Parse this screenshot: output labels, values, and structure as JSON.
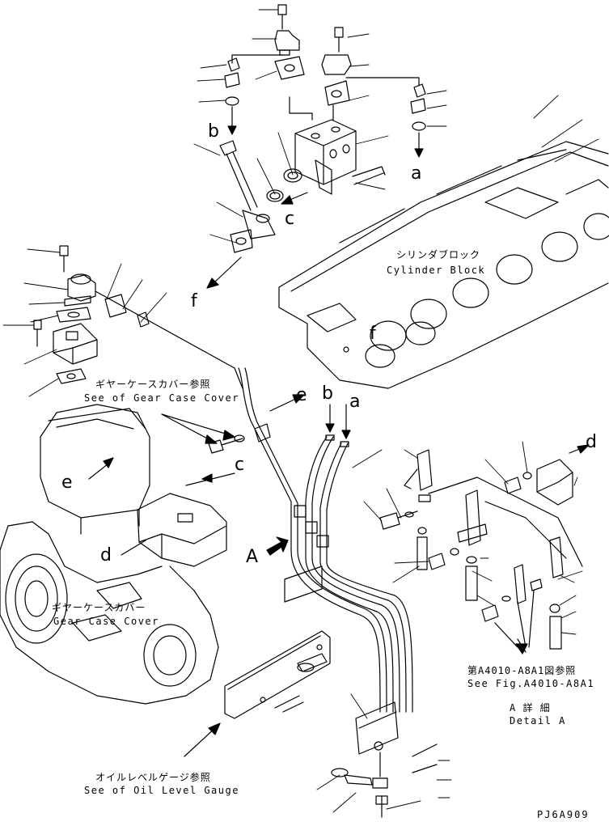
{
  "labels": {
    "a_top": "a",
    "b_top": "b",
    "c_top": "c",
    "f_top": "f",
    "f_block": "f",
    "e_pipe": "e",
    "b_pipe": "b",
    "a_pipe": "a",
    "c_gear": "c",
    "e_gear": "e",
    "d_gear": "d",
    "d_detail": "d",
    "A_view": "A"
  },
  "captions": {
    "cyl_jp": "シリンダブロック",
    "cyl_en": "Cylinder Block",
    "gcc_ref_jp": "ギヤーケースカバー参照",
    "gcc_ref_en": "See of Gear Case Cover",
    "gc_jp": "ギヤーケースカバー",
    "gc_en": "Gear Case Cover",
    "fig_ref_jp": "第A4010-A8A1図参照",
    "fig_ref_en": "See Fig.A4010-A8A1",
    "detail_jp": "A 詳 細",
    "detail_en": "Detail A",
    "oil_ref_jp": "オイルレベルゲージ参照",
    "oil_ref_en": "See of Oil Level Gauge",
    "drawing_code": "PJ6A909"
  }
}
